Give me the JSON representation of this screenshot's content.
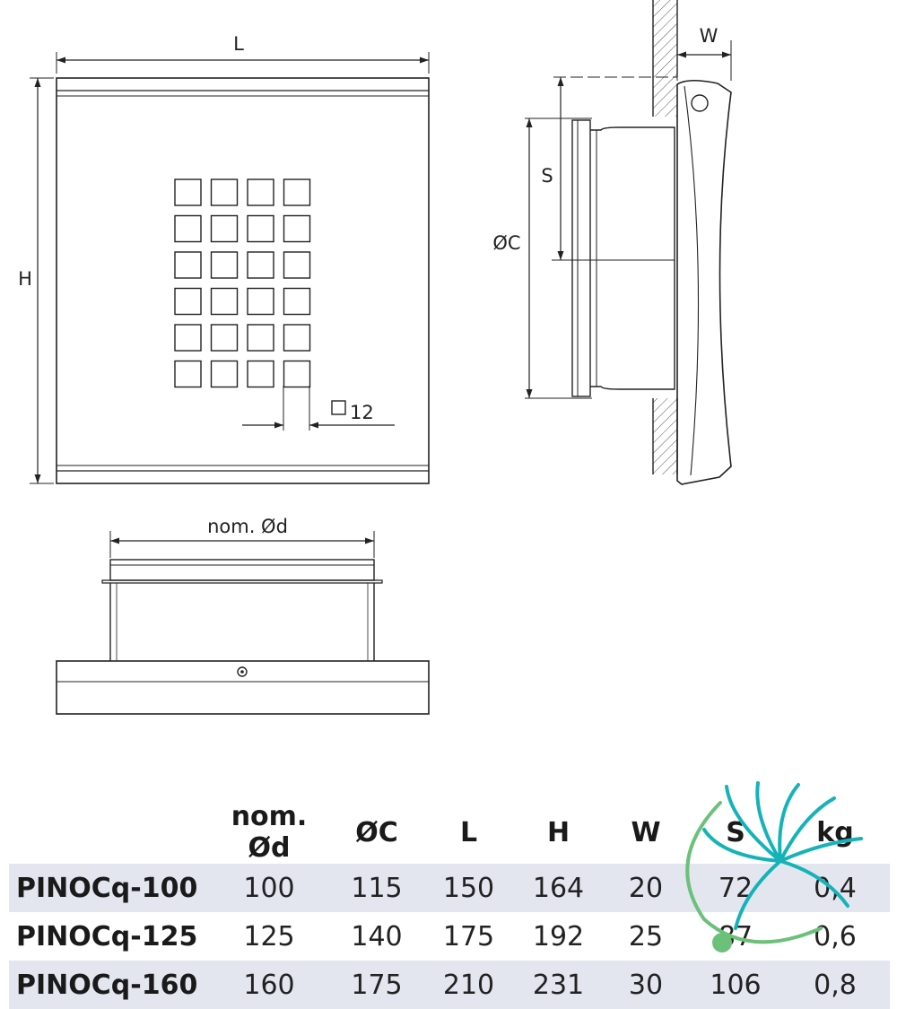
{
  "labels": {
    "L": "L",
    "H": "H",
    "W": "W",
    "S": "S",
    "C": "ØC",
    "nomd": "nom. Ød",
    "square": "12"
  },
  "table": {
    "headers": [
      "",
      "nom. Ød",
      "ØC",
      "L",
      "H",
      "W",
      "S",
      "kg"
    ],
    "rows": [
      [
        "PINOCq-100",
        "100",
        "115",
        "150",
        "164",
        "20",
        "72",
        "0,4"
      ],
      [
        "PINOCq-125",
        "125",
        "140",
        "175",
        "192",
        "25",
        "87",
        "0,6"
      ],
      [
        "PINOCq-160",
        "160",
        "175",
        "210",
        "231",
        "30",
        "106",
        "0,8"
      ]
    ]
  },
  "colors": {
    "row_shade": "#e3e6ef",
    "logo_green": "#6cc17a",
    "logo_teal": "#15b3b8"
  },
  "icons": {
    "logo": "pinwheel-logo-icon"
  }
}
